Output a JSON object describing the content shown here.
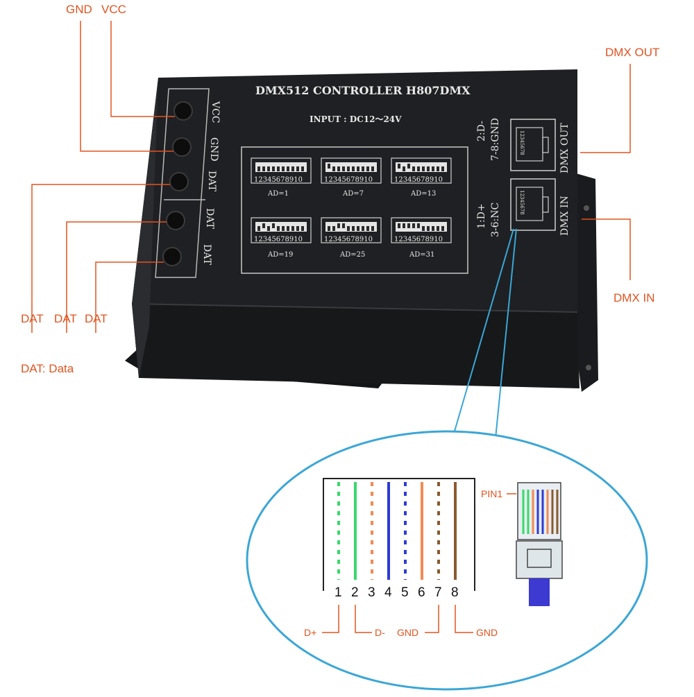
{
  "callouts": {
    "gnd": "GND",
    "vcc": "VCC",
    "dmx_out": "DMX OUT",
    "dmx_in": "DMX IN",
    "dat1": "DAT",
    "dat2": "DAT",
    "dat3": "DAT",
    "dat_note": "DAT: Data"
  },
  "device": {
    "title": "DMX512 CONTROLLER H807DMX",
    "input": "INPUT : DC12～24V",
    "terminals": [
      "VCC",
      "GND",
      "DAT",
      "DAT",
      "DAT"
    ],
    "pin_note_top_a": "2:D-",
    "pin_note_top_b": "7-8:GND",
    "pin_note_bottom_a": "1:D+",
    "pin_note_bottom_b": "3-6:NC",
    "port_out_label": "DMX OUT",
    "port_in_label": "DMX IN",
    "dip_numbers": "12345678910",
    "dip_blocks": [
      "AD=1",
      "AD=7",
      "AD=13",
      "AD=19",
      "AD=25",
      "AD=31"
    ]
  },
  "wiring": {
    "pins": [
      "1",
      "2",
      "3",
      "4",
      "5",
      "6",
      "7",
      "8"
    ],
    "label_d_plus": "D+",
    "label_d_minus": "D-",
    "label_gnd_a": "GND",
    "label_gnd_b": "GND",
    "pin1_label": "PIN1",
    "wire_colors": [
      "#38d96a",
      "#38d96a",
      "#f08a55",
      "#2d3bd6",
      "#2d3bd6",
      "#f08a55",
      "#8a5a2e",
      "#8a5a2e"
    ]
  },
  "colors": {
    "accent": "#e2531f",
    "lens": "#3aa6d6",
    "device_body": "#1d1e21"
  }
}
